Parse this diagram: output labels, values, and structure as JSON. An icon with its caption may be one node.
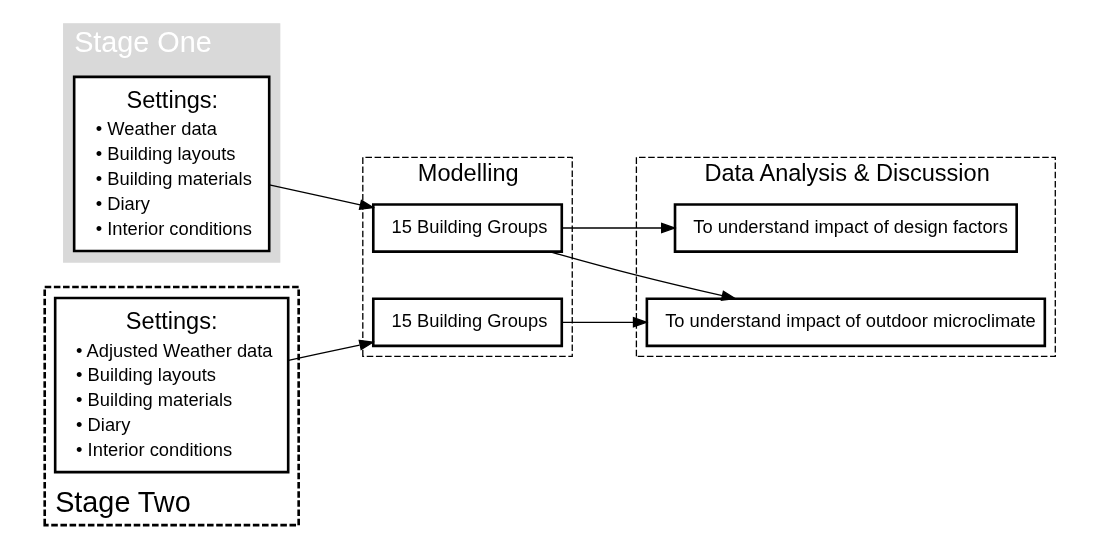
{
  "diagram": {
    "nodes": [
      {
        "text": [
          "Stage One"
        ]
      },
      {
        "text": [
          "Settings:",
          "• Weather data",
          "• Building layouts",
          "• Building materials",
          "• Diary",
          "• Interior conditions"
        ],
        "in": 0
      },
      {
        "text": [
          "Modelling"
        ]
      },
      {
        "text": [
          "15 Building Groups"
        ],
        "in": 2
      },
      {
        "text": [
          "Data Analysis & Discussion"
        ]
      },
      {
        "text": [
          "To understand impact of design factors"
        ],
        "in": 4
      },
      {
        "text": [
          "To understand impact of outdoor microclimate"
        ],
        "in": 4
      },
      {
        "text": [
          "Stage Two"
        ]
      },
      {
        "text": [
          "Settings:",
          "• Adjusted Weather data",
          "• Building layouts",
          "• Building materials",
          "• Diary",
          "• Interior conditions"
        ],
        "in": 7
      },
      {
        "text": [
          "15 Building Groups"
        ],
        "in": 2
      }
    ],
    "edges": [
      {
        "from": 1,
        "to": 3,
        "arrow": "to"
      },
      {
        "from": 8,
        "to": 9,
        "arrow": "to"
      },
      {
        "from": 3,
        "to": 5,
        "arrow": "to"
      },
      {
        "from": 3,
        "to": 6,
        "arrow": "to"
      },
      {
        "from": 9,
        "to": 6,
        "arrow": "to"
      }
    ]
  }
}
